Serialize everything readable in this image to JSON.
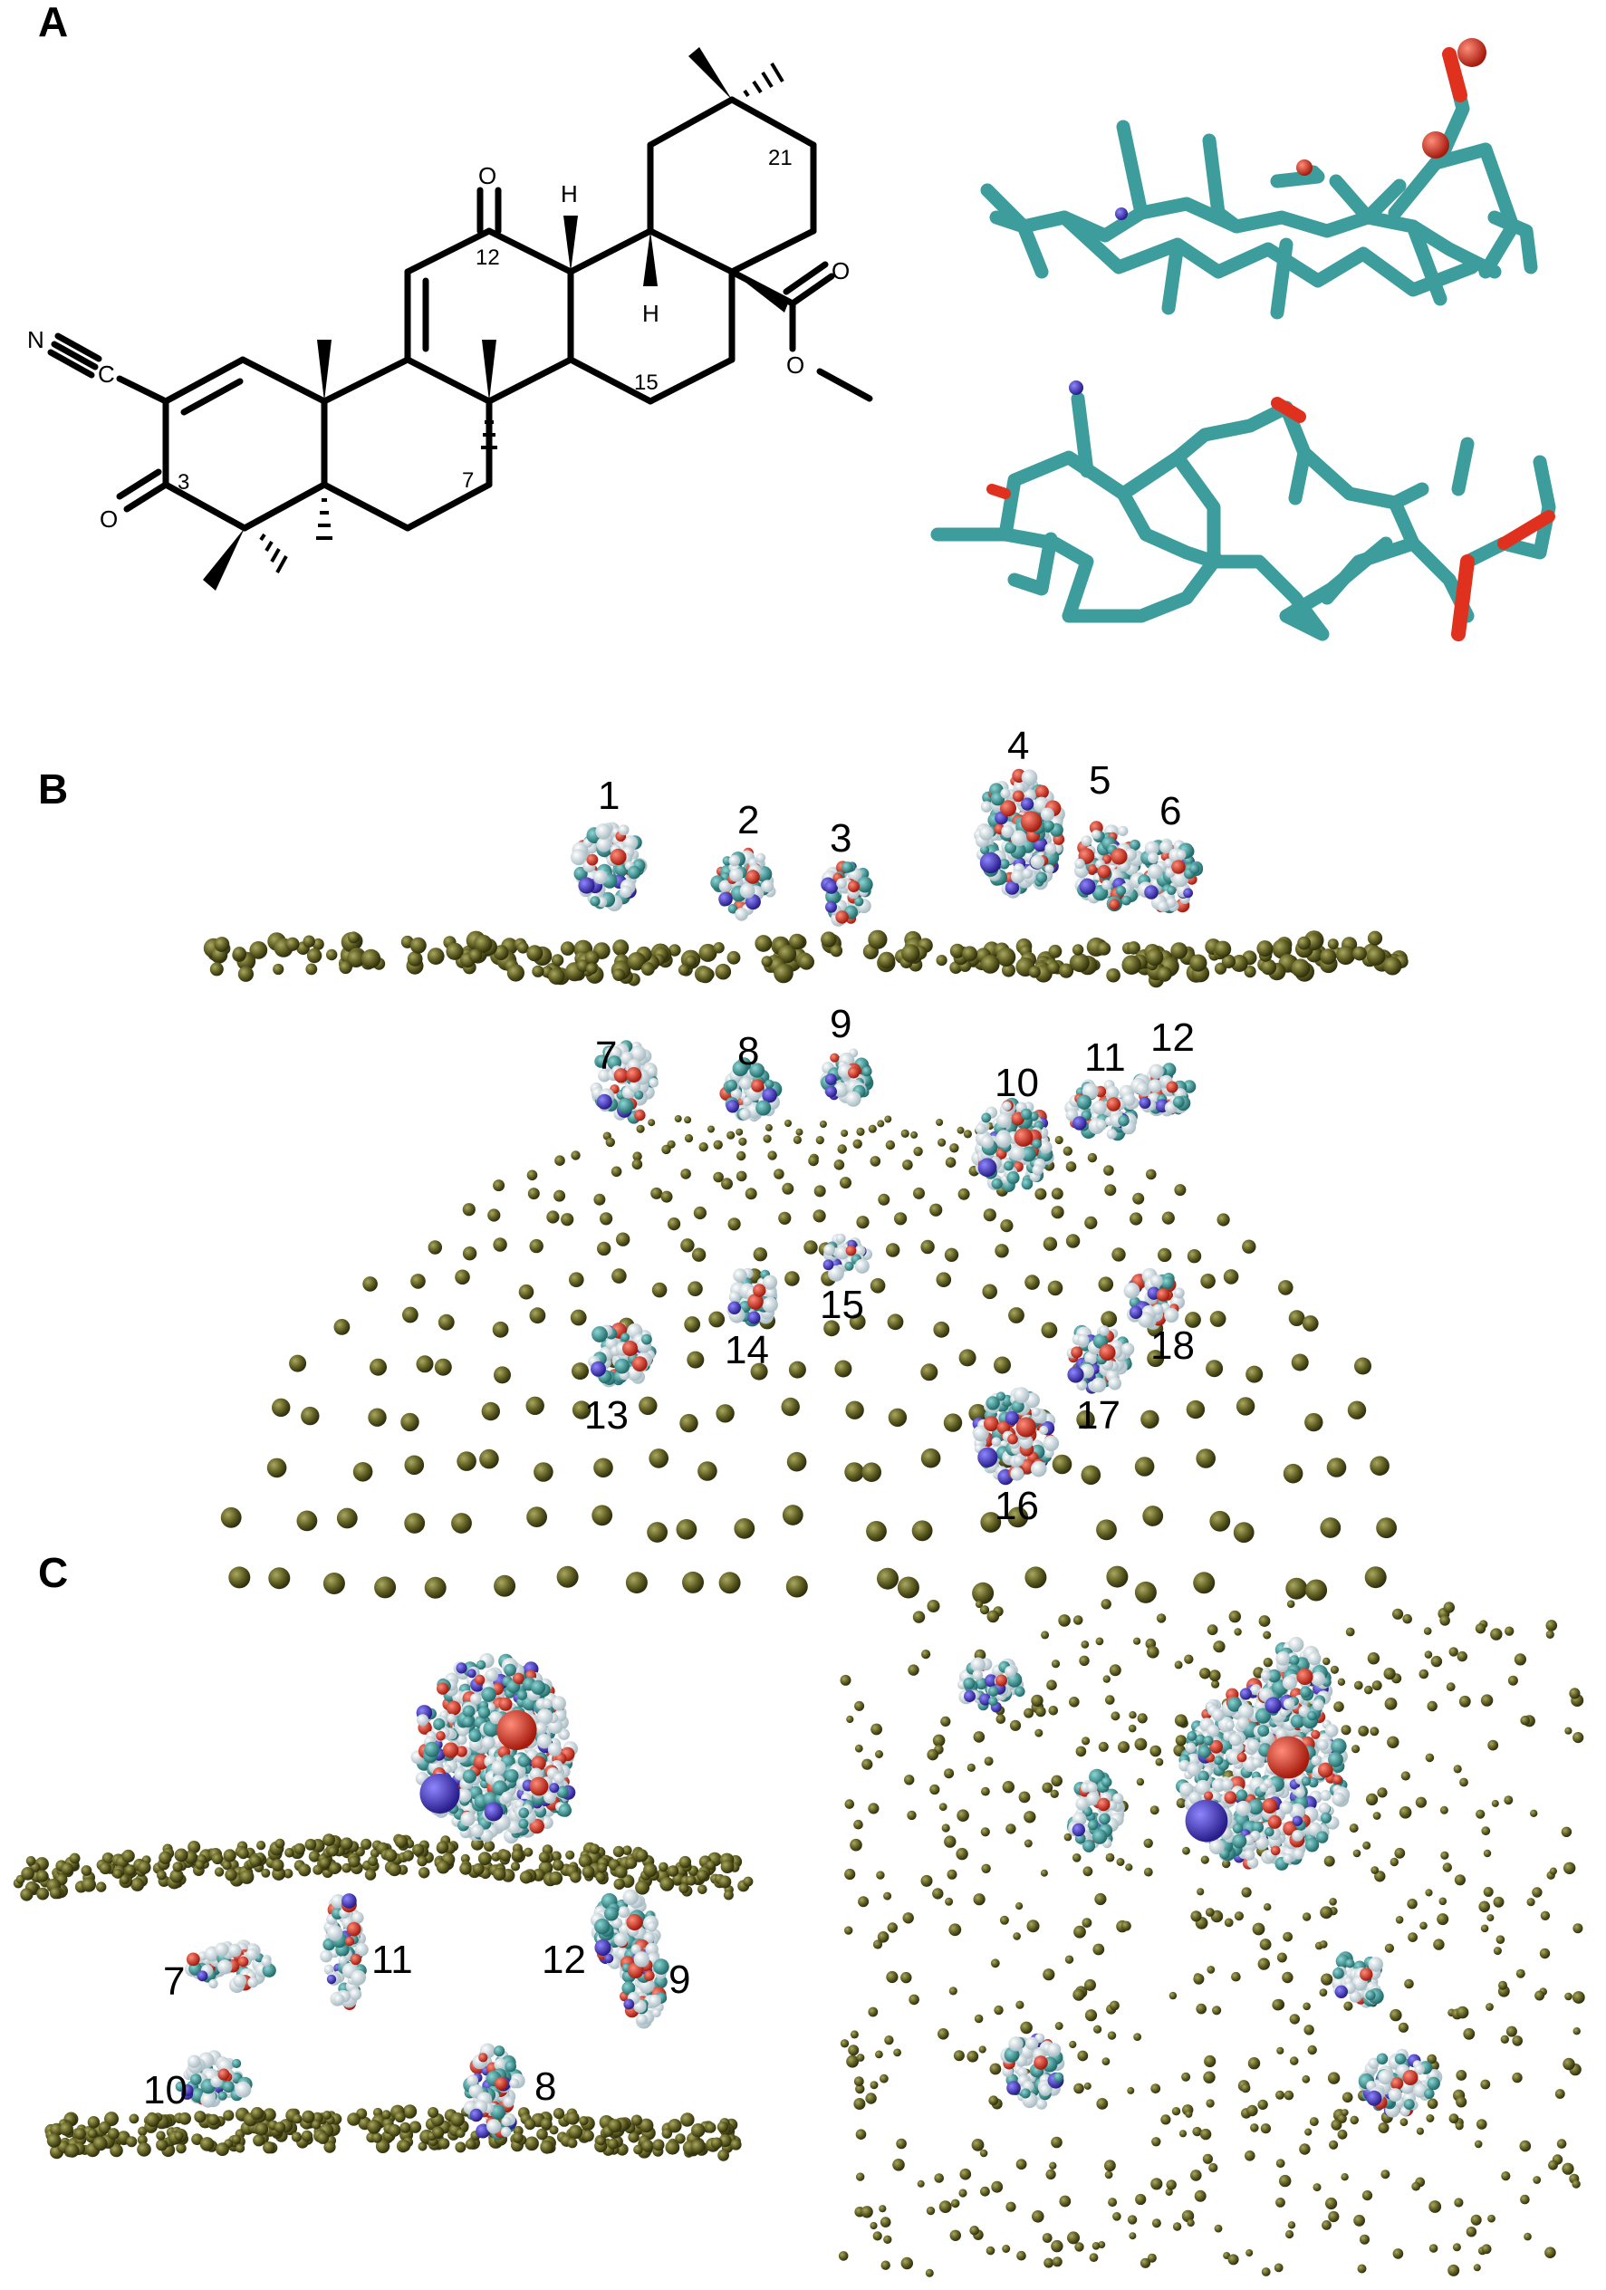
{
  "panels": {
    "a": {
      "label": "A",
      "atom_labels": {
        "n": "N",
        "c": "C",
        "o_ketone": "O",
        "o_carbonyl12": "O",
        "h_top": "H",
        "h_bottom": "H",
        "o_ester1": "O",
        "o_ester2": "O"
      },
      "carbon_numbers": {
        "c3": "3",
        "c7": "7",
        "c12": "12",
        "c15": "15",
        "c21": "21"
      }
    },
    "b": {
      "label": "B",
      "molecule_labels": [
        "1",
        "2",
        "3",
        "4",
        "5",
        "6",
        "7",
        "8",
        "9",
        "10",
        "11",
        "12",
        "13",
        "14",
        "15",
        "16",
        "17",
        "18"
      ]
    },
    "c": {
      "label": "C",
      "molecule_labels": [
        "7",
        "11",
        "12",
        "9",
        "10",
        "8"
      ]
    }
  },
  "colors": {
    "carbon": "#3d9c9c",
    "oxygen": "#e0301e",
    "nitrogen": "#4b3bb8",
    "hydrogen": "#d8e6ec",
    "phosphate": "#5a5a1e"
  },
  "icons": {
    "membrane_bead": "olive-sphere",
    "molecule": "space-filling-molecule"
  }
}
